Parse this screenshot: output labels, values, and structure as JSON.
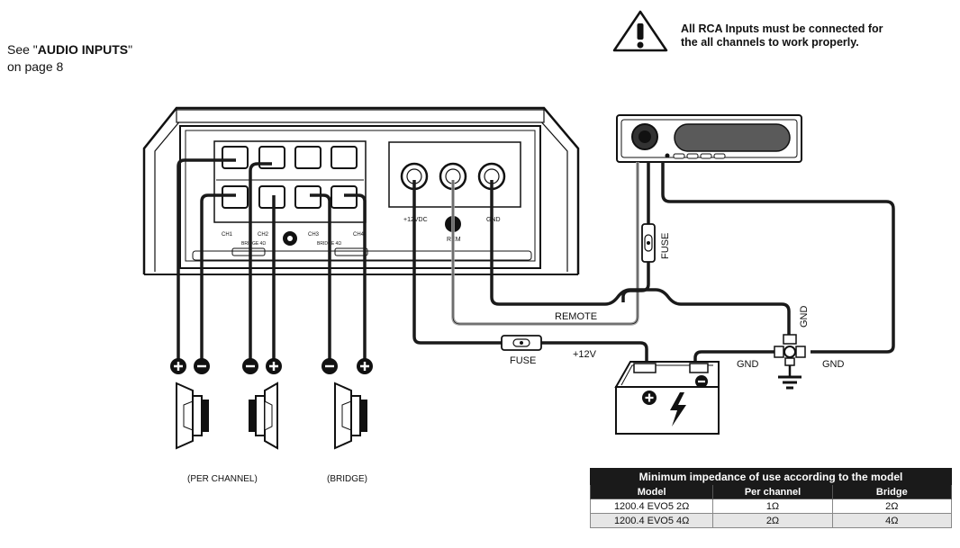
{
  "notes": {
    "see_prefix": "See \"",
    "see_bold": "AUDIO INPUTS",
    "see_suffix": "\"",
    "see_line2": "on page 8",
    "warning_line1": "All RCA Inputs must be connected for",
    "warning_line2": "the all channels to work properly."
  },
  "amp_labels": {
    "ch1": "CH1",
    "ch2": "CH2",
    "ch3": "CH3",
    "ch4": "CH4",
    "bridge1": "BRIDGE 4Ω",
    "bridge2": "BRIDGE 4Ω",
    "power": "+12VDC",
    "rem": "REM",
    "gnd": "GND"
  },
  "wire_labels": {
    "remote": "REMOTE",
    "fuse_main": "FUSE",
    "plus12v": "+12V",
    "fuse_radio": "FUSE",
    "gnd_vertical": "GND",
    "gnd_left": "GND",
    "gnd_right": "GND"
  },
  "speaker_labels": {
    "per_channel": "(PER CHANNEL)",
    "bridge": "(BRIDGE)"
  },
  "table": {
    "title": "Minimum impedance of use according to the model",
    "headers": [
      "Model",
      "Per channel",
      "Bridge"
    ],
    "rows": [
      [
        "1200.4 EVO5   2Ω",
        "1Ω",
        "2Ω"
      ],
      [
        "1200.4 EVO5   4Ω",
        "2Ω",
        "4Ω"
      ]
    ]
  },
  "colors": {
    "wire_black": "#1a1a1a",
    "wire_remote": "#a6a6a6",
    "table_header": "#1a1a1a"
  }
}
